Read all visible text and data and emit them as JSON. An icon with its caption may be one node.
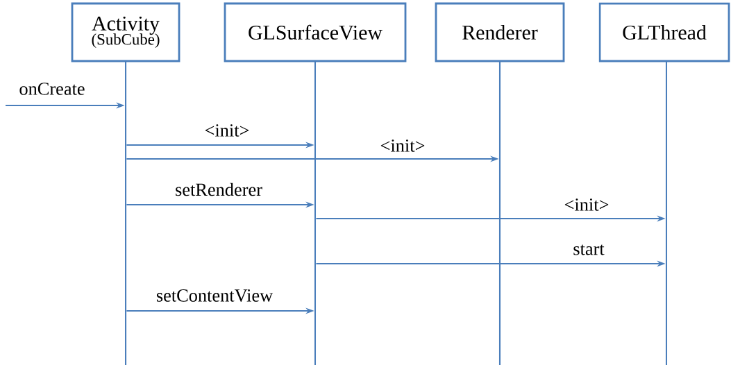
{
  "diagram": {
    "nodes": [
      {
        "text": [
          "Activity",
          "(SubCube)"
        ]
      },
      {
        "text": [
          "GLSurfaceView"
        ]
      },
      {
        "text": [
          "Renderer"
        ]
      },
      {
        "text": [
          "GLThread"
        ]
      },
      {
        "text": [],
        "shape": "bar"
      },
      {
        "text": [],
        "shape": "bar"
      },
      {
        "text": [],
        "shape": "bar"
      },
      {
        "text": [],
        "shape": "bar"
      }
    ],
    "edges": [
      {
        "from": null,
        "to": 4,
        "arrow": "to",
        "label": "onCreate"
      },
      {
        "from": 4,
        "to": 5,
        "arrow": "to",
        "label": "<init>"
      },
      {
        "from": 4,
        "to": 6,
        "arrow": "to",
        "label": "<init>"
      },
      {
        "from": 4,
        "to": 5,
        "arrow": "to",
        "label": "setRenderer"
      },
      {
        "from": 5,
        "to": 7,
        "arrow": "to",
        "label": "<init>"
      },
      {
        "from": 5,
        "to": 7,
        "arrow": "to",
        "label": "start"
      },
      {
        "from": 4,
        "to": 5,
        "arrow": "to",
        "label": "setContentView"
      }
    ]
  }
}
